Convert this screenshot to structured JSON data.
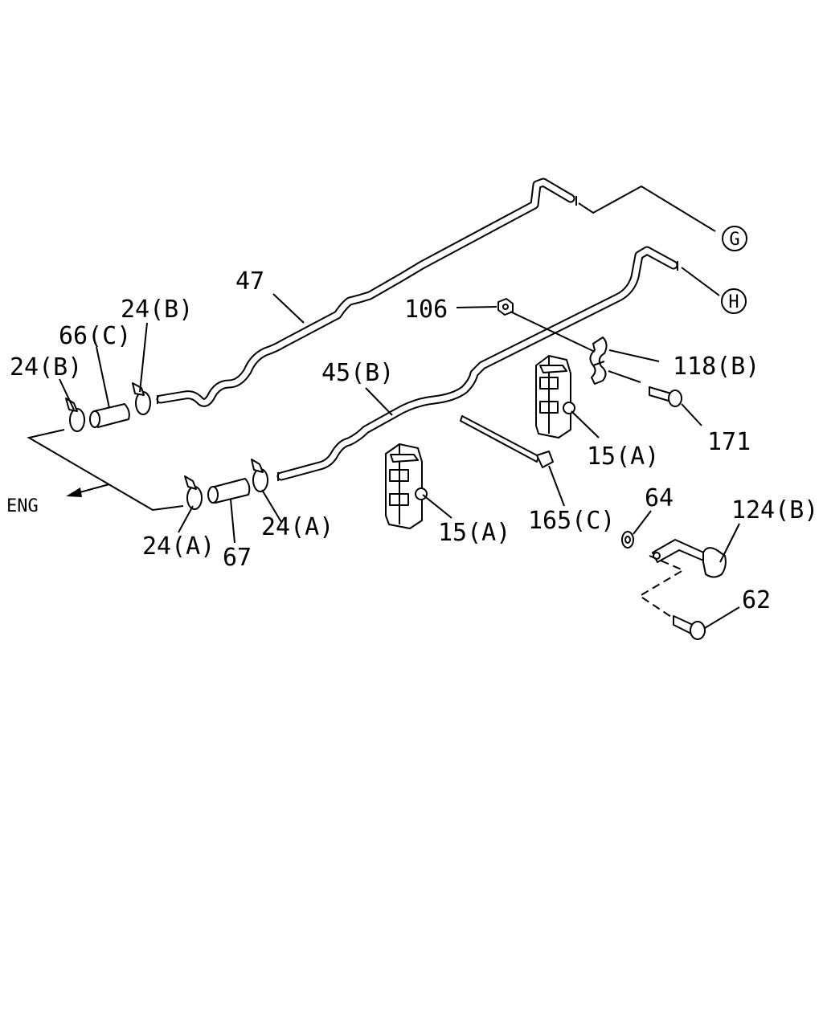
{
  "labels": {
    "l47": "47",
    "l24b_top": "24(B)",
    "l66c": "66(C)",
    "l24b_left": "24(B)",
    "l45b": "45(B)",
    "l106": "106",
    "l118b": "118(B)",
    "l171": "171",
    "l15a_right": "15(A)",
    "l15a_mid": "15(A)",
    "l165c": "165(C)",
    "l64": "64",
    "l124b": "124(B)",
    "l62": "62",
    "l24a_left": "24(A)",
    "l67": "67",
    "l24a_right": "24(A)",
    "eng": "ENG",
    "conn_g": "G",
    "conn_h": "H"
  }
}
